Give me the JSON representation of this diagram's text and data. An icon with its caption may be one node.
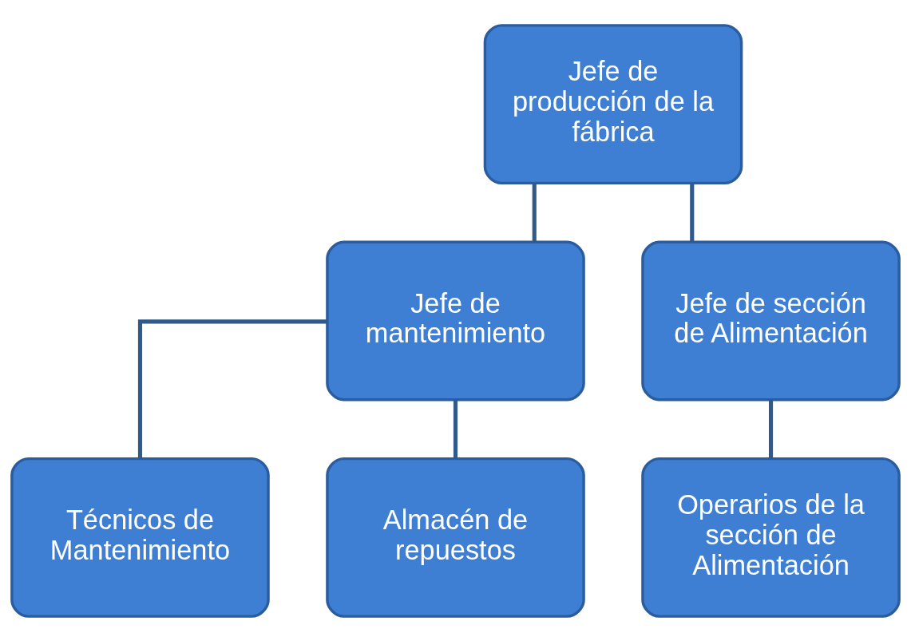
{
  "diagram": {
    "nodes": [
      {
        "text": [
          "Jefe de producción de la fábrica"
        ]
      },
      {
        "text": [
          "Jefe de mantenimiento"
        ]
      },
      {
        "text": [
          "Jefe de sección de Alimentación"
        ]
      },
      {
        "text": [
          "Técnicos de Mantenimiento"
        ]
      },
      {
        "text": [
          "Almacén de repuestos"
        ]
      },
      {
        "text": [
          "Operarios de la sección de Alimentación"
        ]
      }
    ],
    "edges": [
      {
        "from": 0,
        "to": 1,
        "arrow": "none"
      },
      {
        "from": 0,
        "to": 2,
        "arrow": "none"
      },
      {
        "from": 1,
        "to": 3,
        "arrow": "none"
      },
      {
        "from": 1,
        "to": 4,
        "arrow": "none"
      },
      {
        "from": 2,
        "to": 5,
        "arrow": "none"
      }
    ]
  }
}
